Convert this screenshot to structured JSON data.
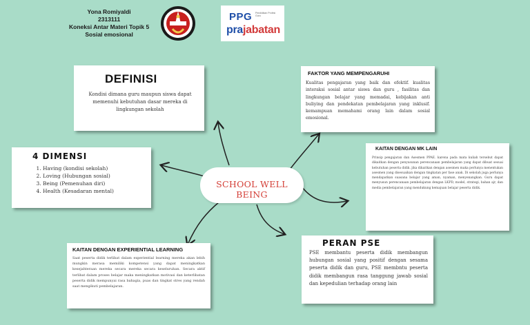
{
  "header": {
    "name": "Yona Romiyaldi",
    "nim": "2313111",
    "topic": "Koneksi Antar Materi Topik 5",
    "subtopic": "Sosial emosional"
  },
  "logo_ppg": {
    "ppg": "PPG",
    "sub": "Pendidikan Profesi Guru",
    "pra": "pra",
    "jabatan": "jabatan"
  },
  "center": {
    "label": "SCHOOL WELL BEING"
  },
  "definisi": {
    "title": "DEFINISI",
    "body": "Kondisi dimana guru maupun siswa dapat memenuhi kebutuhan dasar mereka di lingkungan sekolah"
  },
  "dimensi": {
    "title": "4 DIMENSI",
    "items": [
      "Having (kondisi sekolah)",
      "Loving (Hubungan sosial)",
      "Being (Pemenuhan diri)",
      "Health (Kesadaran mental)"
    ]
  },
  "faktor": {
    "title": "FAKTOR YANG MEMPENGARUHI",
    "body": "Kualitas pengajaran yang baik dan efektif. kualitas interaksi sosial antar siswa dan guru , fasilitas dan lingkungan belajar yang memadai, kebijakan anti buliying dan pendekatan pembelajaran yang inklusif. kemampuan memahami orang lain dalam sosial emosional."
  },
  "mk": {
    "title": "KAITAN DENGAN MK LAIN",
    "body": "Prinsip pengajaran dan Asesmen PPAE. karena pada mata kuliah tersebut dapat dikaitkan dengan penyusunan perencanaan pembelajaran yang dapat dibuat sesuai kebutuhan peserta didik. jika dikaitkan dengan asesmen maka perlunya menentukan asesmen yang disesuaikan dengan tingkatan per fase anak. Di sekolah juga perlunya mendapatkan suasana belajar yang aman, nyaman, menyenangkan. Guru dapat menyusun perencanaan pembelajaran dengan LKPD, model, strategi, bahan ajr, dan media pembelajaran yang mendukung kemajuan belajar peserta didik."
  },
  "experiential": {
    "title": "KAITAN DENGAN EXPERIENTIAL LEARNING",
    "body": "Saat peserta didik terlibat dalam experiential learning mereka akan lebih mungkin merasa memiliki kompetensi yang dapat meningkatkan kesejahteraan mereka secara mereka secara keseluruhan. Secara aktif terlibat dalam proses belajar maka meningkatkan motivasi dan keterlibatan peserta didik mempunyai rasa bahagia, puas dan tingkat stres yang rendah saat mengikuti pembelajaran."
  },
  "peran": {
    "title": "PERAN PSE",
    "body": "PSE membantu peserta didik membangun hubungan sosial yang positif dengan sesama peserta didik dan guru, PSE membntu peserta didik membangun rasa tanggung jawab sosial dan kepedulian terhadap orang lain"
  },
  "colors": {
    "background": "#a9dcc8",
    "center_text": "#d33d35",
    "logo_red": "#c8201e",
    "ppg_blue": "#1f4fa8"
  }
}
